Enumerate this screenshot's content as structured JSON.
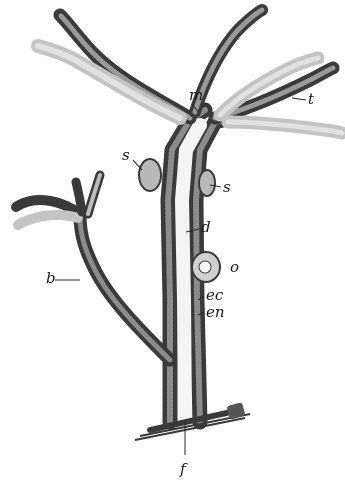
{
  "colors": {
    "background": "#ffffff",
    "ectoderm": "#3a3a3a",
    "endoderm_cells": "#8c8c8c",
    "cavity": "#f4f4f4",
    "tentacle_light": "#e2e2e2",
    "ink": "#1a1a1a"
  },
  "labels": {
    "m": "m",
    "t": "t",
    "s_upper": "s",
    "s_right": "s",
    "d": "d",
    "o": "o",
    "b": "b",
    "ec": "ec",
    "en": "en",
    "f": "f"
  }
}
